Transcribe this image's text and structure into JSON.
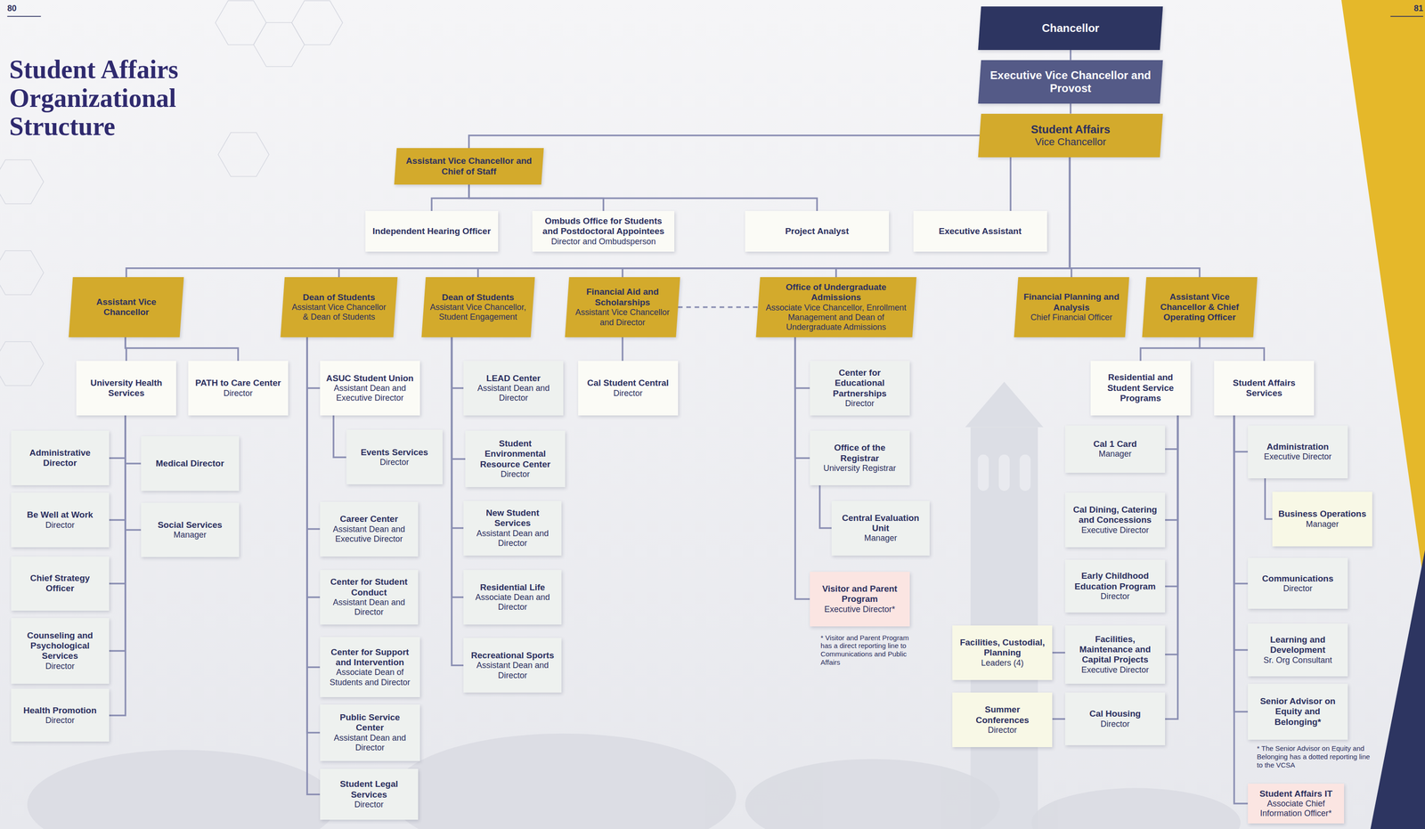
{
  "diagram": {
    "title": "Student Affairs Organizational Structure",
    "nodes": [
      {
        "text": [
          "Chancellor"
        ]
      },
      {
        "text": [
          "Executive Vice Chancellor and Provost"
        ]
      },
      {
        "text": [
          "Student Affairs",
          "Vice Chancellor"
        ]
      },
      {
        "text": [
          "Assistant Vice Chancellor and Chief of Staff"
        ]
      },
      {
        "text": [
          "Independent Hearing Officer"
        ]
      },
      {
        "text": [
          "Ombuds Office for Students and Postdoctoral Appointees",
          "Director and Ombudsperson"
        ]
      },
      {
        "text": [
          "Project Analyst"
        ]
      },
      {
        "text": [
          "Executive Assistant"
        ]
      },
      {
        "text": [
          "Assistant Vice Chancellor"
        ]
      },
      {
        "text": [
          "Dean of Students",
          "Assistant Vice Chancellor & Dean of Students"
        ]
      },
      {
        "text": [
          "Dean of Students",
          "Assistant Vice Chancellor, Student Engagement"
        ]
      },
      {
        "text": [
          "Financial Aid and Scholarships",
          "Assistant Vice Chancellor and Director"
        ]
      },
      {
        "text": [
          "Office of Undergraduate Admissions",
          "Associate Vice Chancellor, Enrollment Management and Dean of Undergraduate Admissions"
        ]
      },
      {
        "text": [
          "Financial Planning and Analysis",
          "Chief Financial Officer"
        ]
      },
      {
        "text": [
          "Assistant Vice Chancellor & Chief Operating Officer"
        ]
      },
      {
        "text": [
          "University Health Services"
        ]
      },
      {
        "text": [
          "PATH to Care Center",
          "Director"
        ]
      },
      {
        "text": [
          "Administrative Director"
        ]
      },
      {
        "text": [
          "Medical Director"
        ]
      },
      {
        "text": [
          "Be Well at Work",
          "Director"
        ]
      },
      {
        "text": [
          "Social Services",
          "Manager"
        ]
      },
      {
        "text": [
          "Chief Strategy Officer"
        ]
      },
      {
        "text": [
          "Counseling and Psychological Services",
          "Director"
        ]
      },
      {
        "text": [
          "Health Promotion",
          "Director"
        ]
      },
      {
        "text": [
          "ASUC Student Union",
          "Assistant Dean and Executive Director"
        ]
      },
      {
        "text": [
          "Events Services",
          "Director"
        ]
      },
      {
        "text": [
          "Career Center",
          "Assistant Dean and Executive Director"
        ]
      },
      {
        "text": [
          "Center for Student Conduct",
          "Assistant Dean and Director"
        ]
      },
      {
        "text": [
          "Center for Support and Intervention",
          "Associate Dean of Students and Director"
        ]
      },
      {
        "text": [
          "Public Service Center",
          "Assistant Dean and Director"
        ]
      },
      {
        "text": [
          "Student Legal Services",
          "Director"
        ]
      },
      {
        "text": [
          "LEAD Center",
          "Assistant Dean and Director"
        ]
      },
      {
        "text": [
          "Student Environmental Resource Center",
          "Director"
        ]
      },
      {
        "text": [
          "New Student Services",
          "Assistant Dean and Director"
        ]
      },
      {
        "text": [
          "Residential Life",
          "Associate Dean and Director"
        ]
      },
      {
        "text": [
          "Recreational Sports",
          "Assistant Dean and Director"
        ]
      },
      {
        "text": [
          "Cal Student Central",
          "Director"
        ]
      },
      {
        "text": [
          "Center for Educational Partnerships",
          "Director"
        ]
      },
      {
        "text": [
          "Office of the Registrar",
          "University Registrar"
        ]
      },
      {
        "text": [
          "Central Evaluation Unit",
          "Manager"
        ]
      },
      {
        "text": [
          "Visitor and Parent Program",
          "Executive Director*"
        ]
      },
      {
        "text": [
          "Residential and Student Service Programs"
        ]
      },
      {
        "text": [
          "Student Affairs Services"
        ]
      },
      {
        "text": [
          "Cal 1 Card",
          "Manager"
        ]
      },
      {
        "text": [
          "Cal Dining, Catering and Concessions",
          "Executive Director"
        ]
      },
      {
        "text": [
          "Early Childhood Education Program",
          "Director"
        ]
      },
      {
        "text": [
          "Facilities, Maintenance and Capital Projects",
          "Executive Director"
        ]
      },
      {
        "text": [
          "Cal Housing",
          "Director"
        ]
      },
      {
        "text": [
          "Facilities, Custodial, Planning",
          "Leaders (4)"
        ]
      },
      {
        "text": [
          "Summer Conferences",
          "Director"
        ]
      },
      {
        "text": [
          "Administration",
          "Executive Director"
        ]
      },
      {
        "text": [
          "Business Operations",
          "Manager"
        ]
      },
      {
        "text": [
          "Communications",
          "Director"
        ]
      },
      {
        "text": [
          "Learning and Development",
          "Sr. Org Consultant"
        ]
      },
      {
        "text": [
          "Senior Advisor on Equity and Belonging*"
        ]
      },
      {
        "text": [
          "Student Affairs IT",
          "Associate Chief Information Officer*"
        ]
      }
    ],
    "edges": [
      {
        "from": 0,
        "to": 1,
        "arrow": "none"
      },
      {
        "from": 1,
        "to": 2,
        "arrow": "none"
      },
      {
        "from": 2,
        "to": 3,
        "arrow": "none"
      },
      {
        "from": 3,
        "to": 4,
        "arrow": "none"
      },
      {
        "from": 3,
        "to": 5,
        "arrow": "none"
      },
      {
        "from": 3,
        "to": 6,
        "arrow": "none"
      },
      {
        "from": 2,
        "to": 7,
        "arrow": "none"
      },
      {
        "from": 2,
        "to": 8,
        "arrow": "none"
      },
      {
        "from": 2,
        "to": 9,
        "arrow": "none"
      },
      {
        "from": 2,
        "to": 10,
        "arrow": "none"
      },
      {
        "from": 2,
        "to": 11,
        "arrow": "none"
      },
      {
        "from": 2,
        "to": 12,
        "arrow": "none"
      },
      {
        "from": 2,
        "to": 13,
        "arrow": "none"
      },
      {
        "from": 2,
        "to": 14,
        "arrow": "none"
      },
      {
        "from": 11,
        "to": 12,
        "arrow": "none"
      },
      {
        "from": 8,
        "to": 15,
        "arrow": "none"
      },
      {
        "from": 8,
        "to": 16,
        "arrow": "none"
      },
      {
        "from": 15,
        "to": 17,
        "arrow": "none"
      },
      {
        "from": 15,
        "to": 18,
        "arrow": "none"
      },
      {
        "from": 15,
        "to": 19,
        "arrow": "none"
      },
      {
        "from": 15,
        "to": 20,
        "arrow": "none"
      },
      {
        "from": 15,
        "to": 21,
        "arrow": "none"
      },
      {
        "from": 15,
        "to": 22,
        "arrow": "none"
      },
      {
        "from": 15,
        "to": 23,
        "arrow": "none"
      },
      {
        "from": 9,
        "to": 24,
        "arrow": "none"
      },
      {
        "from": 24,
        "to": 25,
        "arrow": "none"
      },
      {
        "from": 9,
        "to": 26,
        "arrow": "none"
      },
      {
        "from": 9,
        "to": 27,
        "arrow": "none"
      },
      {
        "from": 9,
        "to": 28,
        "arrow": "none"
      },
      {
        "from": 9,
        "to": 29,
        "arrow": "none"
      },
      {
        "from": 9,
        "to": 30,
        "arrow": "none"
      },
      {
        "from": 10,
        "to": 31,
        "arrow": "none"
      },
      {
        "from": 10,
        "to": 32,
        "arrow": "none"
      },
      {
        "from": 10,
        "to": 33,
        "arrow": "none"
      },
      {
        "from": 10,
        "to": 34,
        "arrow": "none"
      },
      {
        "from": 10,
        "to": 35,
        "arrow": "none"
      },
      {
        "from": 11,
        "to": 36,
        "arrow": "none"
      },
      {
        "from": 12,
        "to": 37,
        "arrow": "none"
      },
      {
        "from": 12,
        "to": 38,
        "arrow": "none"
      },
      {
        "from": 38,
        "to": 39,
        "arrow": "none"
      },
      {
        "from": 12,
        "to": 40,
        "arrow": "none"
      },
      {
        "from": 14,
        "to": 41,
        "arrow": "none"
      },
      {
        "from": 14,
        "to": 42,
        "arrow": "none"
      },
      {
        "from": 41,
        "to": 43,
        "arrow": "none"
      },
      {
        "from": 41,
        "to": 44,
        "arrow": "none"
      },
      {
        "from": 41,
        "to": 45,
        "arrow": "none"
      },
      {
        "from": 41,
        "to": 46,
        "arrow": "none"
      },
      {
        "from": 41,
        "to": 47,
        "arrow": "none"
      },
      {
        "from": 46,
        "to": 48,
        "arrow": "none"
      },
      {
        "from": 47,
        "to": 49,
        "arrow": "none"
      },
      {
        "from": 42,
        "to": 50,
        "arrow": "none"
      },
      {
        "from": 50,
        "to": 51,
        "arrow": "none"
      },
      {
        "from": 42,
        "to": 52,
        "arrow": "none"
      },
      {
        "from": 42,
        "to": 53,
        "arrow": "none"
      },
      {
        "from": 42,
        "to": 54,
        "arrow": "none"
      },
      {
        "from": 42,
        "to": 55,
        "arrow": "none"
      }
    ],
    "labels": [
      "80",
      "81",
      "* Visitor and Parent Program has a direct reporting line to Communications and Public Affairs",
      "* The Senior Advisor on Equity and Belonging has a dotted reporting line to the VCSA"
    ]
  }
}
